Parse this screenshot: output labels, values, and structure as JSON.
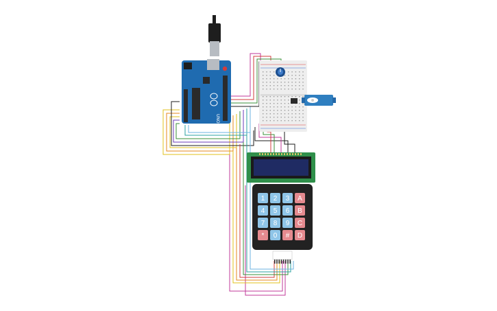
{
  "canvas": {
    "background": "#ffffff"
  },
  "arduino": {
    "logo_text": "UNO",
    "colors": {
      "board": "#1f6bb0",
      "header": "#2b2b2b",
      "usb_cable": "#1e1e1e",
      "usb_port": "#b7bcc2"
    }
  },
  "breadboard": {
    "colors": {
      "body": "#eeeeee",
      "rail_red": "#e04040",
      "rail_blue": "#3a6fd8"
    }
  },
  "potentiometer": {
    "colors": {
      "body": "#1d4f8f"
    }
  },
  "servo": {
    "colors": {
      "body": "#2f7fc0",
      "horn": "#ffffff"
    }
  },
  "lcd": {
    "colors": {
      "pcb": "#2f8f4a",
      "screen": "#1f2b63",
      "bezel": "#1a1a1a"
    }
  },
  "keypad": {
    "rows": [
      [
        "1",
        "2",
        "3",
        "A"
      ],
      [
        "4",
        "5",
        "6",
        "B"
      ],
      [
        "7",
        "8",
        "9",
        "C"
      ],
      [
        "*",
        "0",
        "#",
        "D"
      ]
    ],
    "colors": {
      "body": "#222222",
      "number_key": "#8fc5e8",
      "letter_key": "#e58a8f",
      "symbol_key": "#e58a8f"
    }
  },
  "wire_colors": [
    "#e0c21e",
    "#e58a1e",
    "#3a8f3a",
    "#c03a9a",
    "#d23c3c",
    "#6a3ab8",
    "#6bb3e0",
    "#1e1e1e",
    "#777777",
    "#2aa0a0"
  ]
}
